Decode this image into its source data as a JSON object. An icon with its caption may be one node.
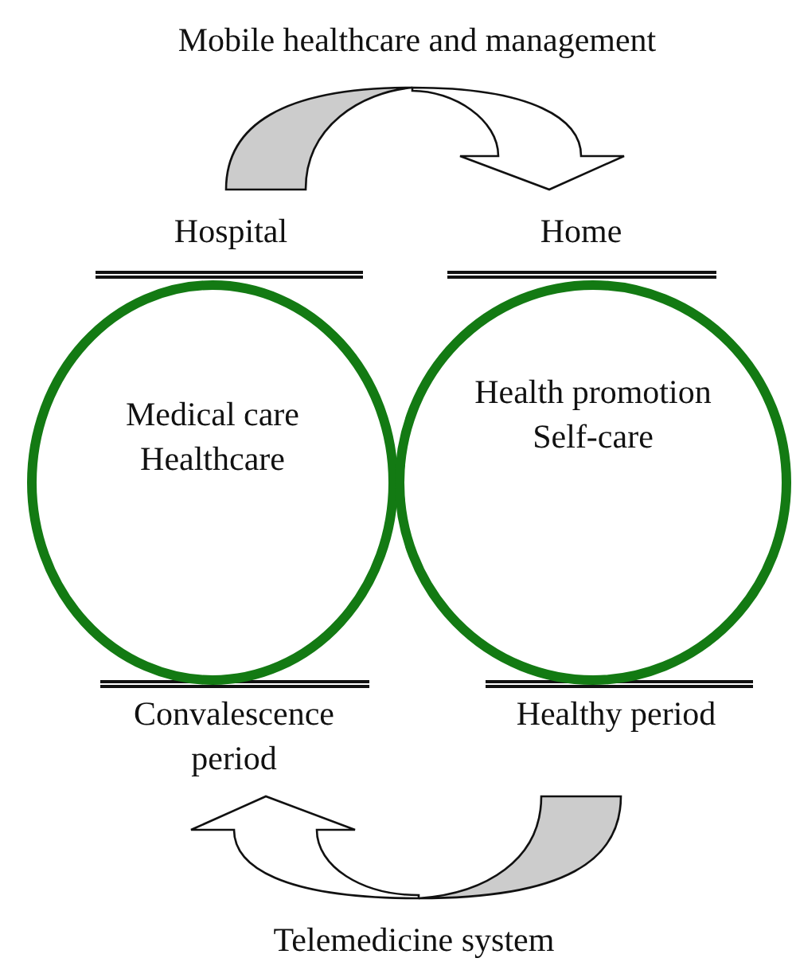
{
  "diagram": {
    "nodes": [
      {
        "text": [
          "Hospital"
        ]
      },
      {
        "text": [
          "Home"
        ]
      },
      {
        "text": [
          "Medical care",
          "Healthcare"
        ]
      },
      {
        "text": [
          "Health promotion",
          "Self-care"
        ]
      },
      {
        "text": [
          "Convalescence period"
        ]
      },
      {
        "text": [
          "Healthy period"
        ]
      }
    ],
    "edges": [
      {
        "from": 0,
        "to": 1,
        "arrow": "to",
        "label": "Mobile healthcare and management"
      },
      {
        "from": 5,
        "to": 4,
        "arrow": "to",
        "label": "Telemedicine system"
      }
    ]
  }
}
